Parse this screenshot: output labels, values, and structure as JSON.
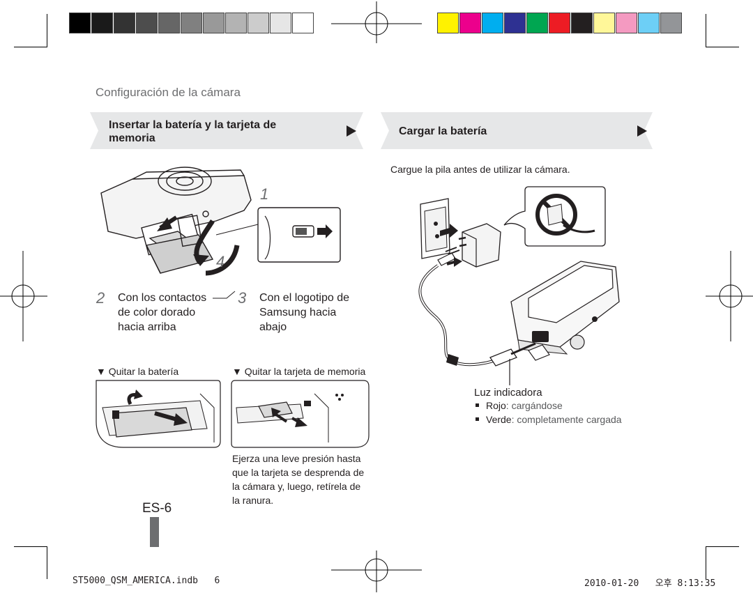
{
  "colors": {
    "gray_swatches": [
      "#000000",
      "#1a1a1a",
      "#333333",
      "#4d4d4d",
      "#666666",
      "#808080",
      "#999999",
      "#b3b3b3",
      "#cccccc",
      "#e6e6e6",
      "#ffffff"
    ],
    "color_swatches": [
      "#fff200",
      "#ec008c",
      "#00aeef",
      "#2e3192",
      "#00a651",
      "#ed1c24",
      "#231f20",
      "#fff799",
      "#f49ac1",
      "#6dcff6",
      "#939598"
    ],
    "tab_bg": "#e6e7e8",
    "accent_gray": "#6d6e70"
  },
  "header": {
    "section_title": "Configuración de la cámara"
  },
  "left": {
    "tab_title_line1": "Insertar la batería y la tarjeta de",
    "tab_title_line2": "memoria",
    "step1": "1",
    "step4": "4",
    "step2_num": "2",
    "step2_line1": "Con los contactos",
    "step2_line2": "de color dorado",
    "step2_line3": "hacia arriba",
    "step3_num": "3",
    "step3_line1": "Con el logotipo de",
    "step3_line2": "Samsung hacia",
    "step3_line3": "abajo",
    "remove_battery": "▼ Quitar la batería",
    "remove_card": "▼ Quitar la tarjeta de memoria",
    "card_note_line1": "Ejerza una leve presión hasta",
    "card_note_line2": "que la tarjeta se desprenda de",
    "card_note_line3": "la cámara y, luego, retírela de",
    "card_note_line4": "la ranura."
  },
  "right": {
    "tab_title": "Cargar la batería",
    "intro": "Cargue la pila antes de utilizar la cámara.",
    "indicator_title": "Luz indicadora",
    "red_label": "Rojo",
    "red_text": ": cargándose",
    "green_label": "Verde",
    "green_text": ": completamente cargada"
  },
  "footer": {
    "page_number": "ES-6",
    "file_name": "ST5000_QSM_AMERICA.indb   6",
    "timestamp": "2010-01-20   오후 8:13:35"
  }
}
